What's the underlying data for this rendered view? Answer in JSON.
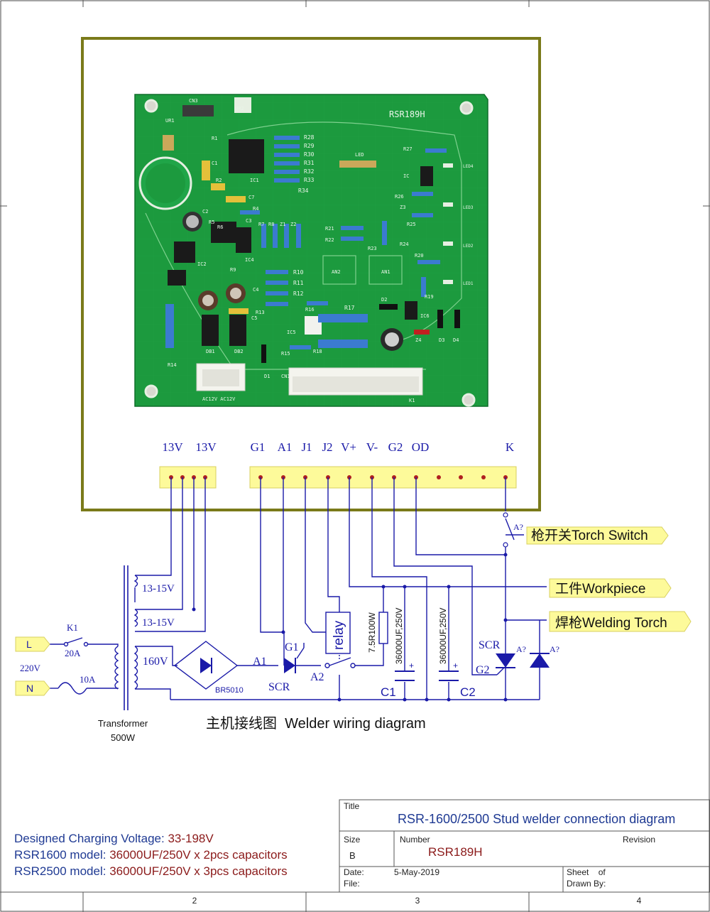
{
  "pcb": {
    "board_name": "RSR189H",
    "labels": [
      "CN3",
      "UR2",
      "UR1",
      "R1",
      "C1",
      "IC1",
      "R28",
      "R29",
      "R30",
      "R31",
      "R32",
      "R33",
      "R34",
      "LED",
      "R27",
      "IC",
      "LED4",
      "R26",
      "Z3",
      "LED3",
      "R25",
      "R2",
      "C7",
      "C2",
      "R4",
      "R5",
      "R6",
      "C3",
      "R7",
      "R8",
      "Z1",
      "Z2",
      "R21",
      "R22",
      "R23",
      "R24",
      "R20",
      "LED2",
      "IC4",
      "AN2",
      "AN1",
      "IC2",
      "R9",
      "R10",
      "R11",
      "R12",
      "R19",
      "LED1",
      "C4",
      "R13",
      "R16",
      "R17",
      "D2",
      "IC6",
      "C5",
      "IC5",
      "Z4",
      "D3",
      "D4",
      "R14",
      "DB1",
      "DB2",
      "R15",
      "R18",
      "D1",
      "CN1",
      "K1",
      "AC12V AC12V"
    ]
  },
  "connector_pins": {
    "left": [
      "13V",
      "13V"
    ],
    "right": [
      "G1",
      "A1",
      "J1",
      "J2",
      "V+",
      "V-",
      "G2",
      "OD",
      "K"
    ]
  },
  "tags": {
    "torch_switch": "枪开关Torch Switch",
    "workpiece": "工件Workpiece",
    "welding_torch": "焊枪Welding Torch",
    "line_L": "L",
    "line_N": "N"
  },
  "components": {
    "secondary_1": "13-15V",
    "secondary_2": "13-15V",
    "k1": "K1",
    "fuse_20a": "20A",
    "fuse_10a": "10A",
    "input_voltage": "220V",
    "primary": "160V",
    "bridge": "BR5010",
    "scr_pcb_a1": "A1",
    "scr_pcb_g1": "G1",
    "scr_pcb_label": "SCR",
    "a2": "A2",
    "relay": "relay",
    "resistor": "7.5R100W",
    "cap1_value": "36000UF,250V",
    "cap2_value": "36000UF,250V",
    "cap1": "C1",
    "cap2": "C2",
    "scr_main_label": "SCR",
    "scr_main_g2": "G2",
    "switch_ref": "A?",
    "scr_ref": "A?",
    "diode_ref": "A?",
    "transformer": "Transformer",
    "transformer_power": "500W"
  },
  "diagram_title": "主机接线图  Welder wiring diagram",
  "notes": [
    {
      "label": "Designed Charging Voltage: ",
      "value": "33-198V"
    },
    {
      "label": "RSR1600 model: ",
      "value": "36000UF/250V x 2pcs capacitors"
    },
    {
      "label": "RSR2500 model: ",
      "value": "36000UF/250V x 3pcs capacitors"
    }
  ],
  "title_block": {
    "title_label": "Title",
    "title": "RSR-1600/2500 Stud welder connection diagram",
    "size_label": "Size",
    "size": "B",
    "number_label": "Number",
    "number": "RSR189H",
    "revision_label": "Revision",
    "date_label": "Date:",
    "date": "5-May-2019",
    "file_label": "File:",
    "sheet_label": "Sheet    of",
    "drawn_label": "Drawn By:"
  },
  "grid_numbers": [
    "2",
    "3",
    "4"
  ],
  "colors": {
    "pcb_green": "#1c9a3e",
    "frame_olive": "#7a7a1a",
    "wire_blue": "#1a1aa8",
    "terminal_yellow": "#fdfa9a",
    "note_blue": "#1f3a93",
    "note_red": "#8b1a1a"
  }
}
